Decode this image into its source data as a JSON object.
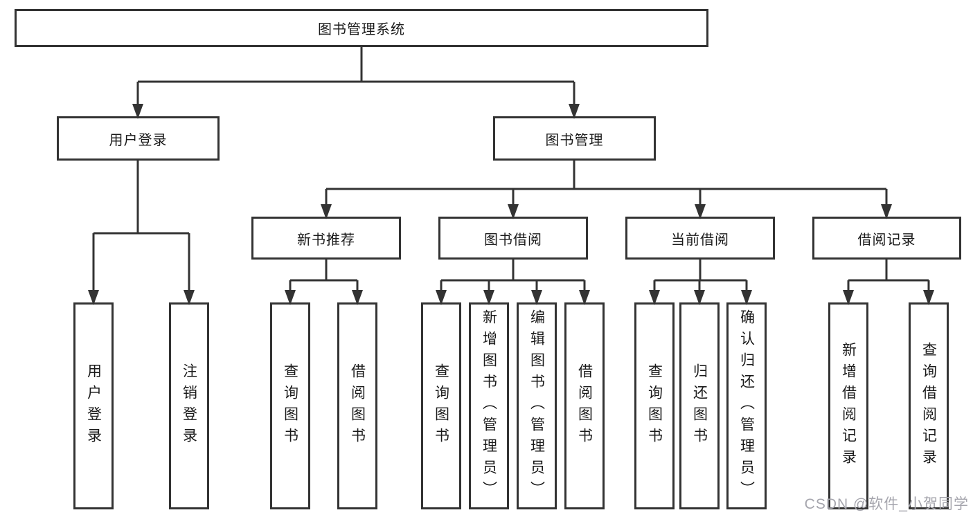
{
  "colors": {
    "line": "#333333",
    "border": "#333333",
    "text": "#1a1a1a",
    "background": "#ffffff",
    "watermark_color": "#a5a5ad"
  },
  "watermark": "CSDN @软件_小贺同学",
  "tree": {
    "label": "图书管理系统",
    "children": [
      {
        "label": "用户登录",
        "children": [
          {
            "label": "用户登录"
          },
          {
            "label": "注销登录"
          }
        ]
      },
      {
        "label": "图书管理",
        "children": [
          {
            "label": "新书推荐",
            "children": [
              {
                "label": "查询图书"
              },
              {
                "label": "借阅图书"
              }
            ]
          },
          {
            "label": "图书借阅",
            "children": [
              {
                "label": "查询图书"
              },
              {
                "label": "新增图书（管理员）"
              },
              {
                "label": "编辑图书（管理员）"
              },
              {
                "label": "借阅图书"
              }
            ]
          },
          {
            "label": "当前借阅",
            "children": [
              {
                "label": "查询图书"
              },
              {
                "label": "归还图书"
              },
              {
                "label": "确认归还（管理员）"
              }
            ]
          },
          {
            "label": "借阅记录",
            "children": [
              {
                "label": "新增借阅记录"
              },
              {
                "label": "查询借阅记录"
              }
            ]
          }
        ]
      }
    ]
  }
}
